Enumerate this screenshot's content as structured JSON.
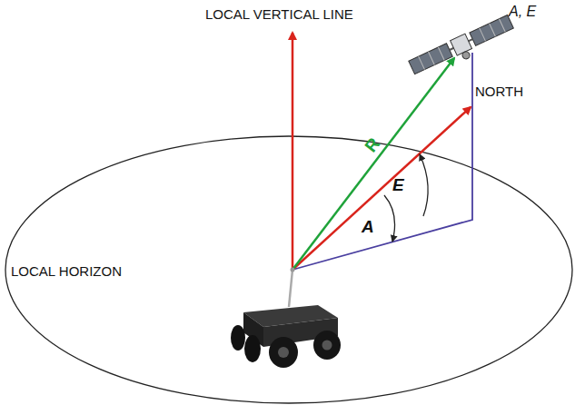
{
  "diagram": {
    "labels": [
      "LOCAL VERTICAL LINE",
      "A, E",
      "NORTH",
      "R",
      "E",
      "A",
      "LOCAL HORIZON"
    ]
  }
}
